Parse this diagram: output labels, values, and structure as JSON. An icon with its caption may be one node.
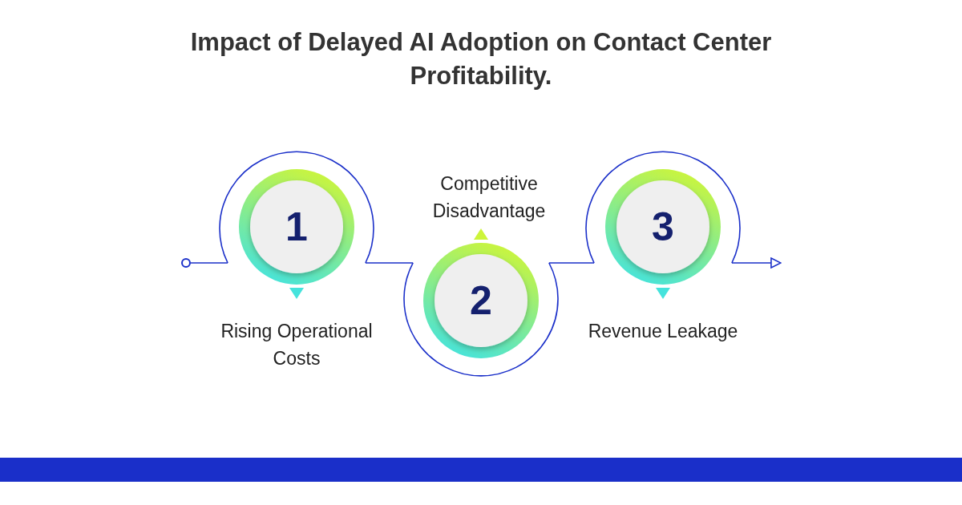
{
  "diagram": {
    "title": "Impact of Delayed AI Adoption on Contact Center Profitability.",
    "nodes": [
      {
        "text": [],
        "shape": "circle"
      },
      {
        "text": [
          "1"
        ],
        "beside": [
          "Rising Operational Costs"
        ]
      },
      {
        "text": [
          "2"
        ],
        "beside": [
          "Competitive Disadvantage"
        ]
      },
      {
        "text": [
          "3"
        ],
        "beside": [
          "Revenue Leakage"
        ]
      }
    ],
    "edges": [
      {
        "from": 0,
        "to": 1,
        "arrow": "none"
      },
      {
        "from": 1,
        "to": 2,
        "arrow": "none"
      },
      {
        "from": 2,
        "to": 3,
        "arrow": "none"
      },
      {
        "from": 3,
        "to": null,
        "arrow": "to"
      }
    ]
  }
}
